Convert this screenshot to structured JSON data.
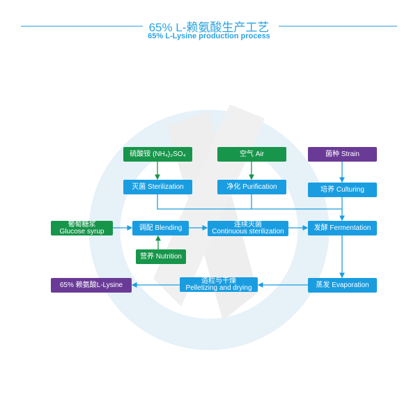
{
  "header": {
    "title_cn": "65% L-赖氨酸生产工艺",
    "title_en": "65% L-Lysine production process"
  },
  "nodes": {
    "ammonium": "硫酸铵 (NH₄)₂SO₄",
    "air": "空气 Air",
    "strain": "菌种 Strain",
    "sterilization": "灭菌  Sterilization",
    "purification": "净化 Purification",
    "culturing": "培养 Culturing",
    "glucose_cn": "葡萄糖浆",
    "glucose_en": "Glucose syrup",
    "blending": "调配 Blending",
    "continuous_cn": "连续灭菌",
    "continuous_en": "Continuous sterilization",
    "fermentation": "发酵 Fermentation",
    "nutrition": "营养 Nutrition",
    "evaporation": "蒸发 Evaporation",
    "pellet_cn": "造粒与干燥",
    "pellet_en": "Pelletizing and drying",
    "product": "65% 赖氨酸L-Lysine"
  },
  "colors": {
    "green": "#17954b",
    "blue": "#1a9de0",
    "purple": "#6a3b96",
    "title": "#2aa3e0"
  }
}
